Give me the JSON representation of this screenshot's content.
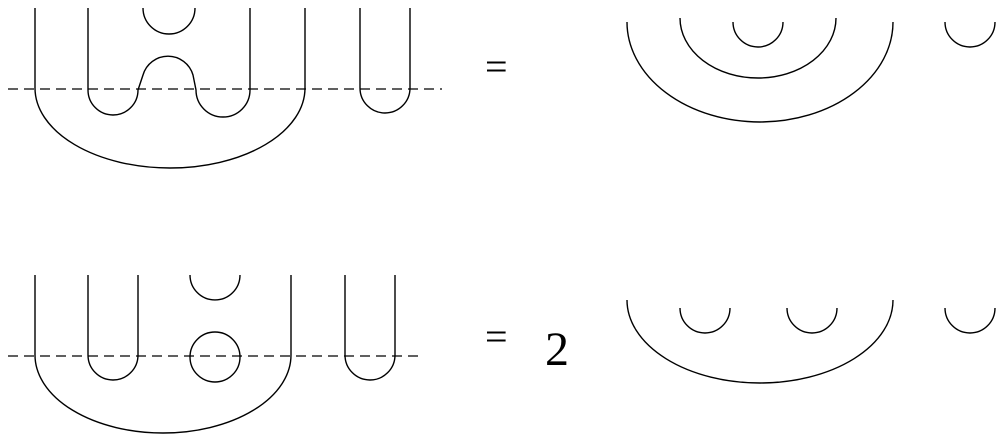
{
  "equations": [
    {
      "id": "top",
      "lhs_label": "",
      "operator": "=",
      "coefficient": ""
    },
    {
      "id": "bottom",
      "lhs_label": "",
      "operator": "=",
      "coefficient": "2"
    }
  ]
}
